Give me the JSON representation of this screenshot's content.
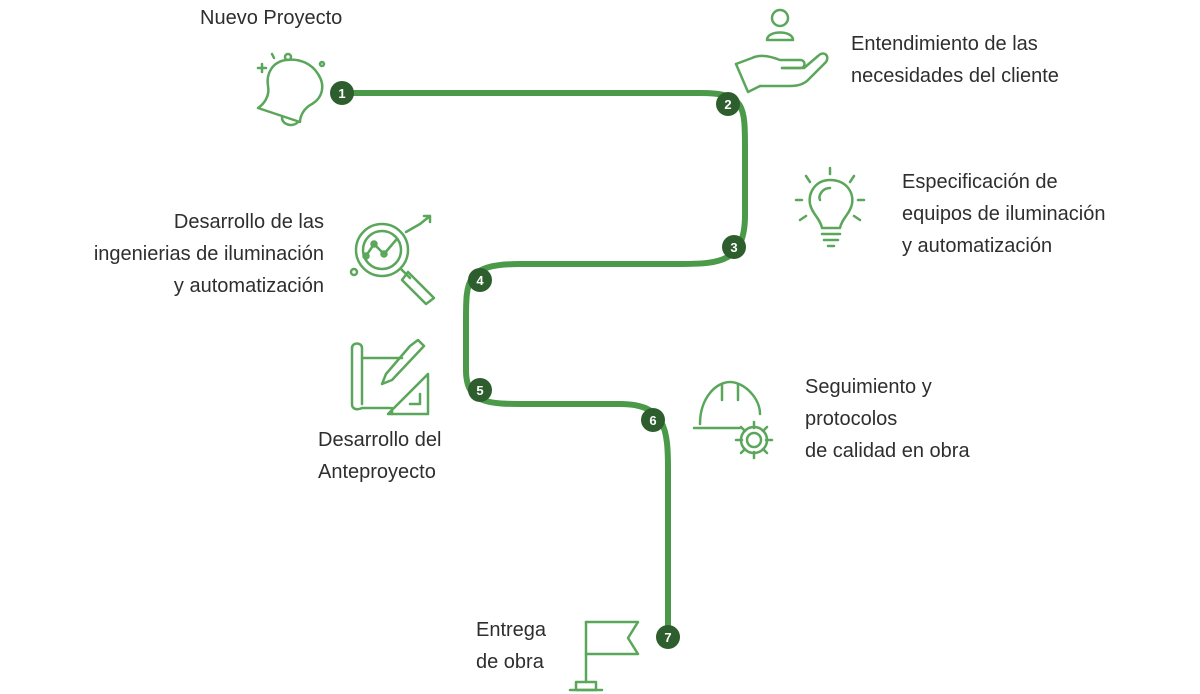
{
  "colors": {
    "path": "#4a9a4a",
    "marker": "#2e5e2e",
    "icon": "#5aa65a",
    "text": "#2e2e2e"
  },
  "steps": [
    {
      "number": "1",
      "lines": [
        "Nuevo Proyecto"
      ],
      "icon": "bell-icon"
    },
    {
      "number": "2",
      "lines": [
        "Entendimiento de las",
        "necesidades del cliente"
      ],
      "icon": "hand-person-icon"
    },
    {
      "number": "3",
      "lines": [
        "Especificación de",
        "equipos de iluminación",
        "y automatización"
      ],
      "icon": "lightbulb-icon"
    },
    {
      "number": "4",
      "lines": [
        "Desarrollo de las",
        "ingenierias de iluminación",
        "y automatización"
      ],
      "icon": "magnifier-chart-icon"
    },
    {
      "number": "5",
      "lines": [
        "Desarrollo del",
        "Anteproyecto"
      ],
      "icon": "blueprint-pencil-icon"
    },
    {
      "number": "6",
      "lines": [
        "Seguimiento y",
        "protocolos",
        "de calidad en obra"
      ],
      "icon": "helmet-gear-icon"
    },
    {
      "number": "7",
      "lines": [
        "Entrega",
        "de obra"
      ],
      "icon": "flag-icon"
    }
  ]
}
